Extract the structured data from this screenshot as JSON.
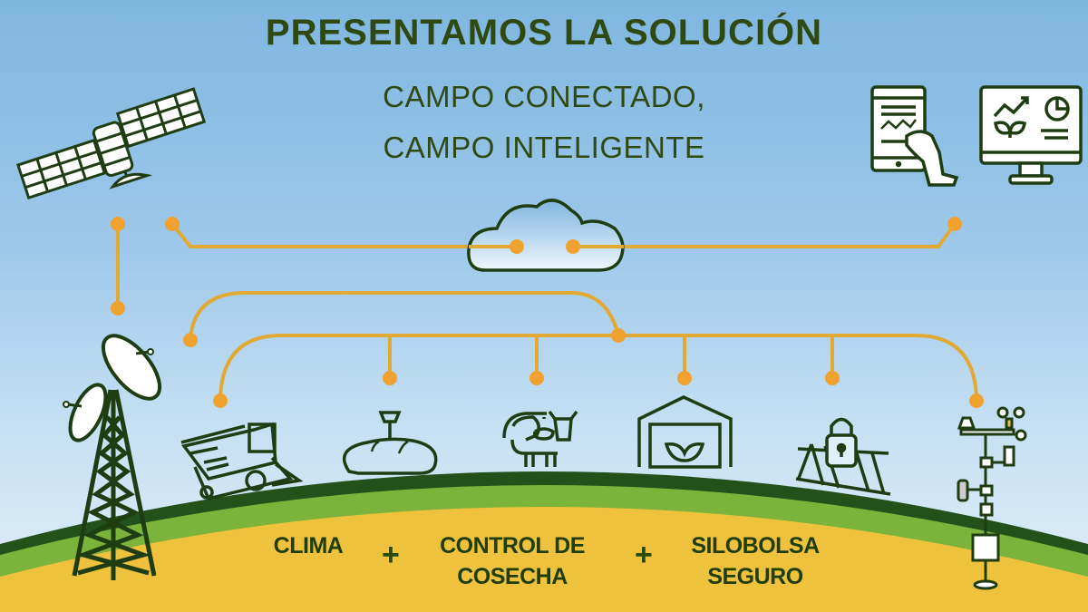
{
  "header": {
    "title": "PRESENTAMOS LA SOLUCIÓN",
    "subtitle_line1": "CAMPO CONECTADO,",
    "subtitle_line2": "CAMPO INTELIGENTE"
  },
  "nodes": {
    "top": [
      {
        "icon": "satellite-icon",
        "label": ""
      },
      {
        "icon": "cloud-icon",
        "label": ""
      },
      {
        "icon": "tablet-hand-icon",
        "label": ""
      },
      {
        "icon": "monitor-dashboard-icon",
        "label": ""
      }
    ],
    "ground": [
      {
        "icon": "antenna-tower-icon"
      },
      {
        "icon": "combine-harvester-icon"
      },
      {
        "icon": "silo-bag-icon"
      },
      {
        "icon": "cow-icon"
      },
      {
        "icon": "greenhouse-icon"
      },
      {
        "icon": "padlock-fence-icon"
      },
      {
        "icon": "weather-station-icon"
      }
    ]
  },
  "footer": {
    "items": [
      {
        "label_line1": "CLIMA",
        "label_line2": ""
      },
      {
        "label_line1": "CONTROL DE",
        "label_line2": "COSECHA"
      },
      {
        "label_line1": "SILOBOLSA",
        "label_line2": "SEGURO"
      }
    ],
    "separator": "+"
  },
  "colors": {
    "sky_top": "#7fb6e0",
    "sky_bottom": "#e2eff8",
    "line_orange": "#e8a92c",
    "dot_orange": "#f0a230",
    "icon_green": "#1f3d12",
    "hill_dark": "#24501a",
    "hill_light": "#7cb33b",
    "field_yellow": "#eec23c",
    "text_green": "#2e4a12"
  }
}
